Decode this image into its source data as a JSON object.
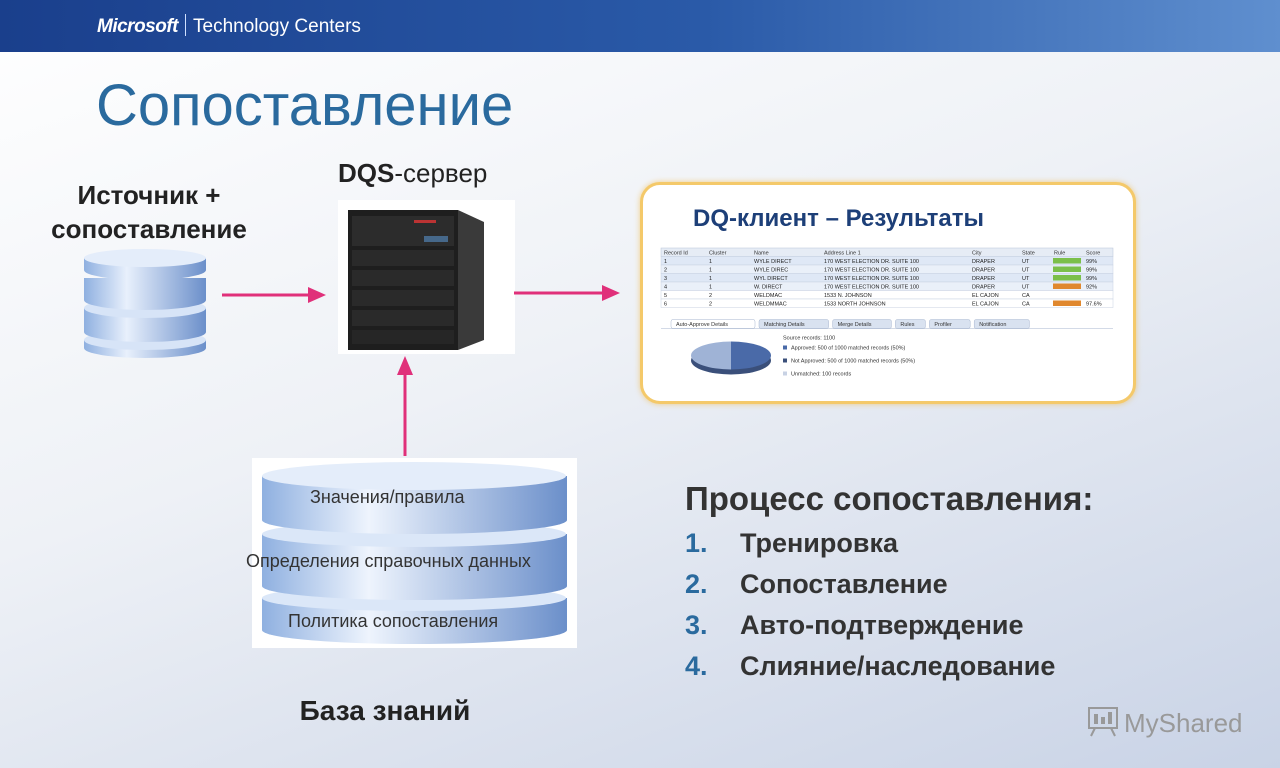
{
  "header": {
    "brand_microsoft": "Microsoft",
    "brand_tc": "Technology Centers"
  },
  "title": "Сопоставление",
  "source": {
    "label": "Источник + сопоставление"
  },
  "server": {
    "label_bold": "DQS",
    "label_rest": "-сервер"
  },
  "client": {
    "title": "DQ-клиент – Результаты",
    "table": {
      "headers": [
        "Record Id",
        "Cluster",
        "Name",
        "Address Line 1",
        "City",
        "State",
        "Rule",
        "Score"
      ],
      "rows": [
        [
          "1",
          "1",
          "WYLE DIRECT",
          "170 WEST ELECTION DR. SUITE 100",
          "DRAPER",
          "UT",
          "",
          "99%"
        ],
        [
          "2",
          "1",
          "WYLE DIREC",
          "170 WEST ELECTION DR. SUITE 100",
          "DRAPER",
          "UT",
          "",
          "99%"
        ],
        [
          "3",
          "1",
          "WYL DIRECT",
          "170 WEST ELECTION DR. SUITE 100",
          "DRAPER",
          "UT",
          "",
          "99%"
        ],
        [
          "4",
          "1",
          "W. DIRECT",
          "170 WEST ELECTION DR. SUITE 100",
          "DRAPER",
          "UT",
          "",
          "92%"
        ],
        [
          "5",
          "2",
          "WELDMAC",
          "1533 N. JOHNSON",
          "EL CAJON",
          "CA",
          "",
          ""
        ],
        [
          "6",
          "2",
          "WELDMMAC",
          "1533 NORTH JOHNSON",
          "EL CAJON",
          "CA",
          "",
          "97.6%"
        ]
      ],
      "rule_colors": [
        "#7bbf4a",
        "#7bbf4a",
        "#7bbf4a",
        "#e0882e",
        "#ffffff",
        "#e0882e"
      ]
    },
    "tabs": [
      "Auto-Approve Details",
      "Matching Details",
      "Merge Details",
      "Rules",
      "Profiler",
      "Notification"
    ],
    "stats": {
      "source": "Source records: 1100",
      "approved": "Approved: 500 of 1000 matched records (50%)",
      "not_approved": "Not Approved: 500 of 1000 matched records (50%)",
      "unmatched": "Unmatched: 100 records"
    }
  },
  "kb": {
    "label": "База знаний",
    "layers": [
      "Значения/правила",
      "Определения справочных данных",
      "Политика сопоставления"
    ]
  },
  "process": {
    "title": "Процесс сопоставления:",
    "steps": [
      {
        "num": "1.",
        "text": "Тренировка"
      },
      {
        "num": "2.",
        "text": "Сопоставление"
      },
      {
        "num": "3.",
        "text": "Авто-подтверждение"
      },
      {
        "num": "4.",
        "text": "Слияние/наследование"
      }
    ]
  },
  "watermark": "MyShared",
  "colors": {
    "arrow": "#e0307a",
    "title": "#2a6a9e",
    "header": "#1a3f8c"
  }
}
